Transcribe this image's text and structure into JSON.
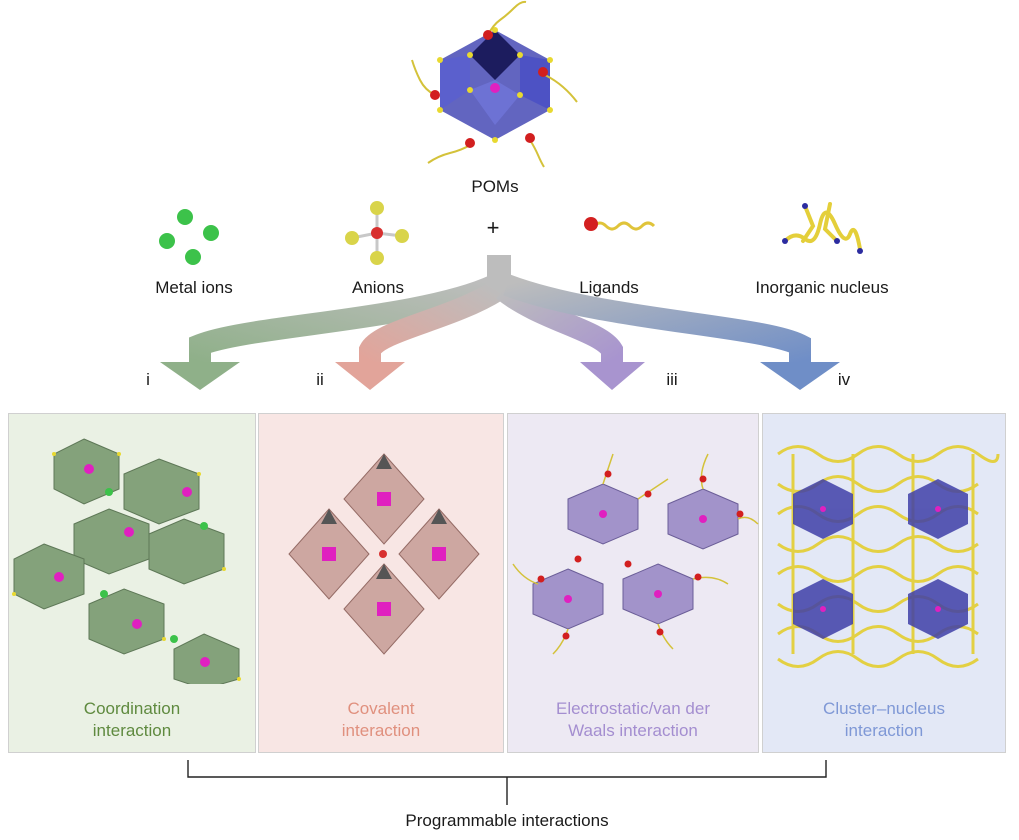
{
  "pom_label": "POMs",
  "plus": "+",
  "components": [
    {
      "label": "Metal ions"
    },
    {
      "label": "Anions"
    },
    {
      "label": "Ligands"
    },
    {
      "label": "Inorganic nucleus"
    }
  ],
  "routes": [
    {
      "numeral": "i",
      "color": "#8fb089"
    },
    {
      "numeral": "ii",
      "color": "#e2a49a"
    },
    {
      "numeral": "iii",
      "color": "#a894cf"
    },
    {
      "numeral": "iv",
      "color": "#6f8ec7"
    }
  ],
  "panels": [
    {
      "title": "Coordination\ninteraction",
      "title_color": "#5f8a3f",
      "bg": "#eaf1e4"
    },
    {
      "title": "Covalent\ninteraction",
      "title_color": "#e0907e",
      "bg": "#f8e6e4"
    },
    {
      "title": "Electrostatic/van der\nWaals interaction",
      "title_color": "#a48ed0",
      "bg": "#ede9f3"
    },
    {
      "title": "Cluster–nucleus\ninteraction",
      "title_color": "#7f98d6",
      "bg": "#e3e8f6"
    }
  ],
  "bracket_label": "Programmable interactions"
}
